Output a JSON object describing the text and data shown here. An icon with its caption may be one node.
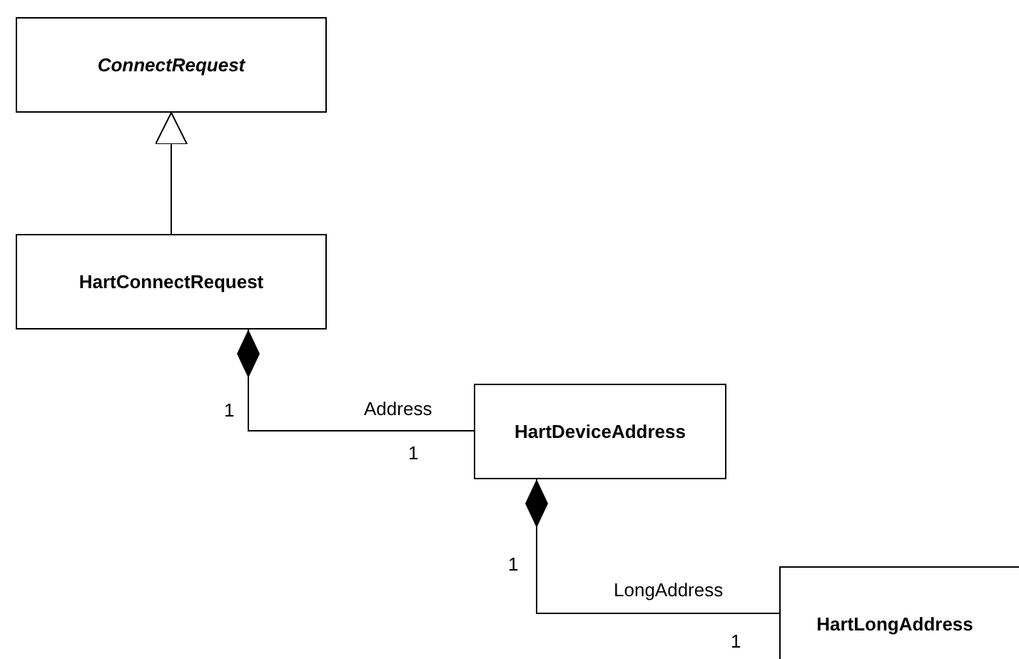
{
  "diagram": {
    "nodes": [
      {
        "text": [
          "ConnectRequest"
        ]
      },
      {
        "text": [
          "HartConnectRequest"
        ]
      },
      {
        "text": [
          "HartDeviceAddress"
        ]
      },
      {
        "text": [
          "HartLongAddress"
        ]
      }
    ],
    "edges": [
      {
        "from": 1,
        "to": 0,
        "arrow": "to"
      },
      {
        "from": 1,
        "to": 2,
        "arrow": "other",
        "label": "Address"
      },
      {
        "from": 2,
        "to": 3,
        "arrow": "other",
        "label": "LongAddress"
      }
    ],
    "labels": [
      "1",
      "1",
      "1",
      "1"
    ]
  }
}
